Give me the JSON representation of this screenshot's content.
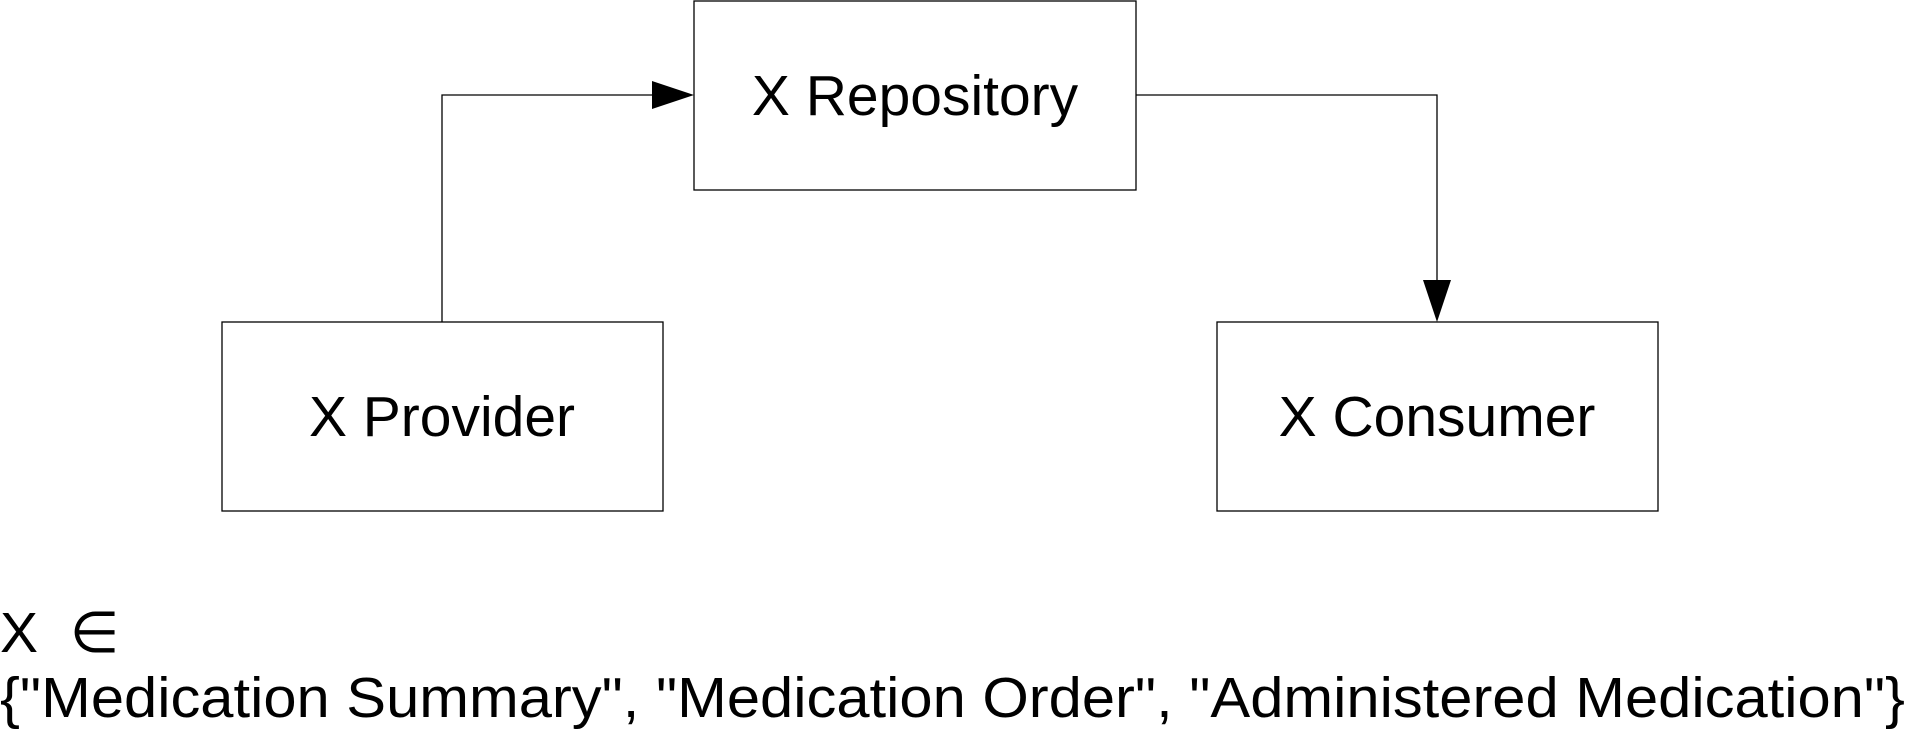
{
  "diagram": {
    "nodes": {
      "repository": {
        "label": "X Repository"
      },
      "provider": {
        "label": "X Provider"
      },
      "consumer": {
        "label": "X Consumer"
      }
    },
    "edges": [
      {
        "from": "provider",
        "to": "repository"
      },
      {
        "from": "repository",
        "to": "consumer"
      }
    ],
    "legend": {
      "line1": "X  ∈",
      "line2": "{\"Medication Summary\", \"Medication Order\", \"Administered Medication\"}"
    }
  }
}
